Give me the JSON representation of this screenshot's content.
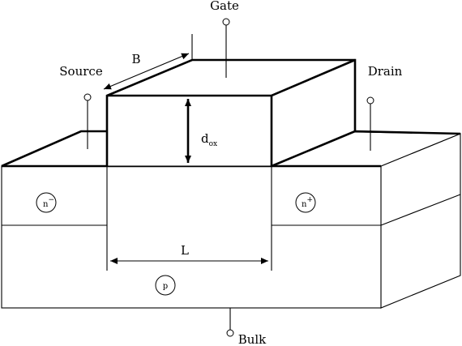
{
  "terminals": {
    "gate": "Gate",
    "source": "Source",
    "drain": "Drain",
    "bulk": "Bulk"
  },
  "dimensions": {
    "width": "B",
    "length": "L",
    "oxide_thickness_base": "d",
    "oxide_thickness_sub": "ox"
  },
  "regions": {
    "source_doping_base": "n",
    "source_doping_sup": "−",
    "drain_doping_base": "n",
    "drain_doping_sup": "+",
    "substrate_doping": "p"
  }
}
